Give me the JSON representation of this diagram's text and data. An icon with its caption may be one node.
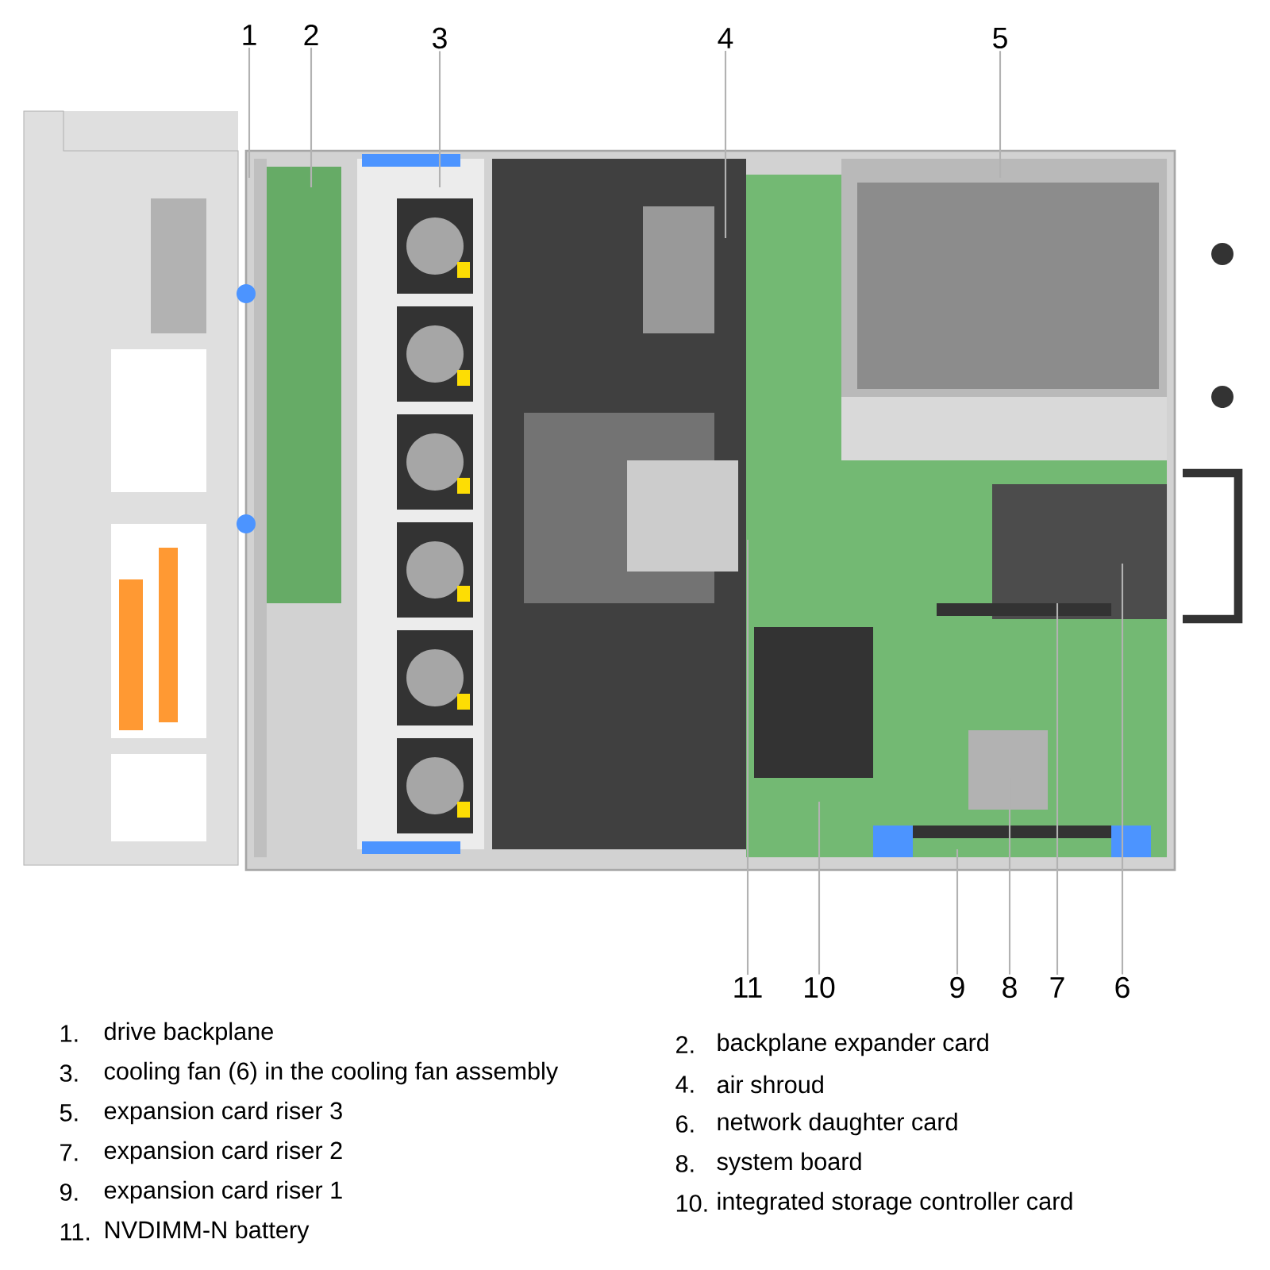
{
  "diagram": {
    "nodes": [
      {
        "text": [
          "1"
        ]
      },
      {
        "text": [
          "2"
        ]
      },
      {
        "text": [
          "3"
        ]
      },
      {
        "text": [
          "4"
        ]
      },
      {
        "text": [
          "5"
        ]
      },
      {
        "text": [
          "11"
        ]
      },
      {
        "text": [
          "10"
        ]
      },
      {
        "text": [
          "9"
        ]
      },
      {
        "text": [
          "8"
        ]
      },
      {
        "text": [
          "7"
        ]
      },
      {
        "text": [
          "6"
        ]
      }
    ],
    "edges": [
      {
        "from": 0,
        "to": null,
        "arrow": "none"
      },
      {
        "from": 1,
        "to": null,
        "arrow": "none"
      },
      {
        "from": 2,
        "to": null,
        "arrow": "none"
      },
      {
        "from": 3,
        "to": null,
        "arrow": "none"
      },
      {
        "from": 4,
        "to": null,
        "arrow": "none"
      },
      {
        "from": 5,
        "to": null,
        "arrow": "none"
      },
      {
        "from": 6,
        "to": null,
        "arrow": "none"
      },
      {
        "from": 7,
        "to": null,
        "arrow": "none"
      },
      {
        "from": 8,
        "to": null,
        "arrow": "none"
      },
      {
        "from": 9,
        "to": null,
        "arrow": "none"
      },
      {
        "from": 10,
        "to": null,
        "arrow": "none"
      }
    ],
    "labels": [
      "1.",
      "drive backplane",
      "2.",
      "backplane expander card",
      "3.",
      "cooling fan (6) in the cooling fan assembly",
      "4.",
      "air shroud",
      "5.",
      "expansion card riser 3",
      "6.",
      "network daughter card",
      "7.",
      "expansion card riser 2",
      "8.",
      "system board",
      "9.",
      "expansion card riser 1",
      "10.",
      "integrated storage controller card",
      "11.",
      "NVDIMM-N battery"
    ]
  }
}
